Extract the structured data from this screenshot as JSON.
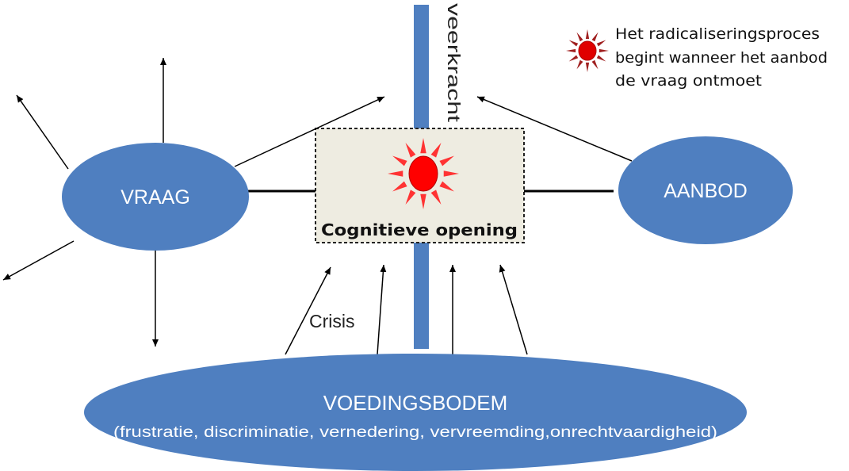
{
  "nodes": {
    "vraag": "VRAAG",
    "aanbod": "AANBOD",
    "voedingsbodem_title": "VOEDINGSBODEM",
    "voedingsbodem_subtitle": "(frustratie, discriminatie, vernedering, vervreemding,onrechtvaardigheid)",
    "cognitive_opening": "Cognitieve opening"
  },
  "labels": {
    "veerkracht": "veerkracht",
    "crisis": "Crisis"
  },
  "legend": {
    "line1": "Het radicaliseringsproces",
    "line2": "begint wanneer het aanbod",
    "line3": "de vraag ontmoet"
  },
  "colors": {
    "ellipse": "#4f7fc0",
    "bar": "#4f7fc0",
    "box_fill": "#eeece1",
    "sun_fill": "#ff0000",
    "sun_ray": "#ff3333",
    "legend_sun_fill": "#e00000",
    "legend_sun_ray": "#a02020"
  }
}
